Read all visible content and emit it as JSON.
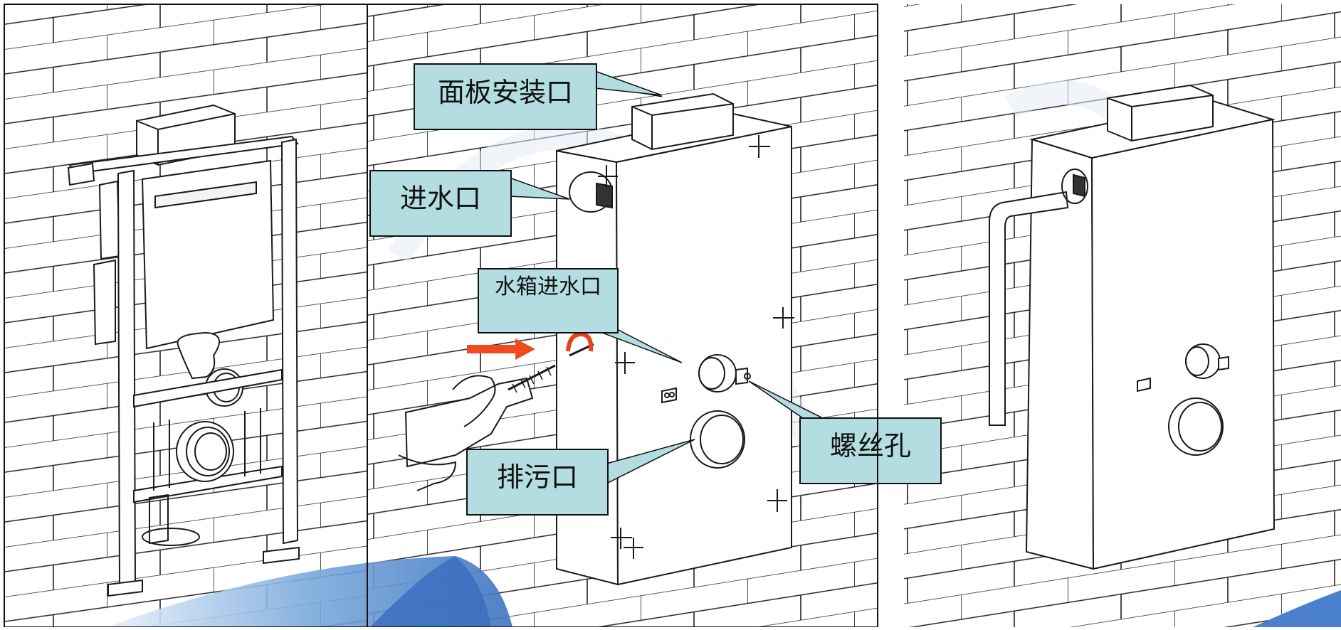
{
  "callouts": {
    "panel_opening": "面板安装口",
    "water_inlet": "进水口",
    "tank_inlet": "水箱进水口",
    "drain_outlet": "排污口",
    "screw_hole": "螺丝孔"
  },
  "colors": {
    "callout_fill": "#b4dde1",
    "callout_stroke": "#111111",
    "drawing_line": "#1a1a1a",
    "arrow": "#f04a1e",
    "hook": "#e8421a",
    "swoosh_dark": "#5b8fcf",
    "swoosh_light": "#d7e8f8",
    "watermark": "#e8ecf3"
  },
  "icons": {
    "direction_arrow": "right-arrow-icon",
    "hook": "hook-icon",
    "drill": "drill-icon"
  }
}
